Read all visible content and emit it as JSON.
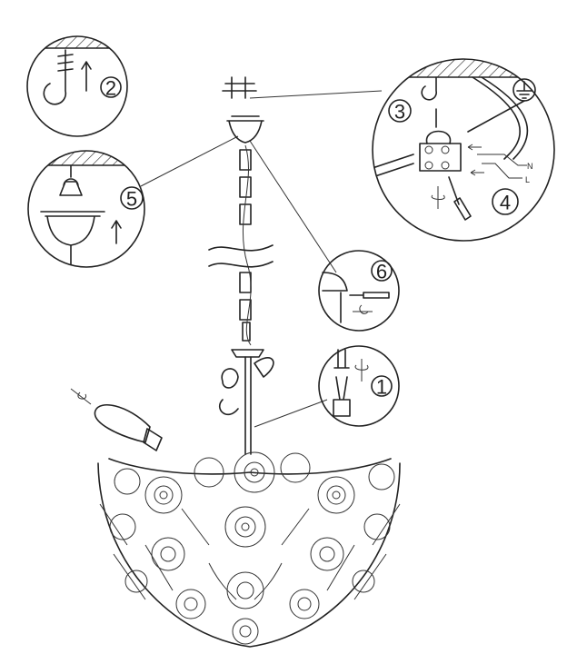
{
  "steps": [
    {
      "number": "1"
    },
    {
      "number": "2"
    },
    {
      "number": "3"
    },
    {
      "number": "4"
    },
    {
      "number": "5"
    },
    {
      "number": "6"
    }
  ],
  "wiring_labels": {
    "neutral": "N",
    "live": "L"
  },
  "colors": {
    "line": "#222222",
    "background": "#ffffff"
  }
}
